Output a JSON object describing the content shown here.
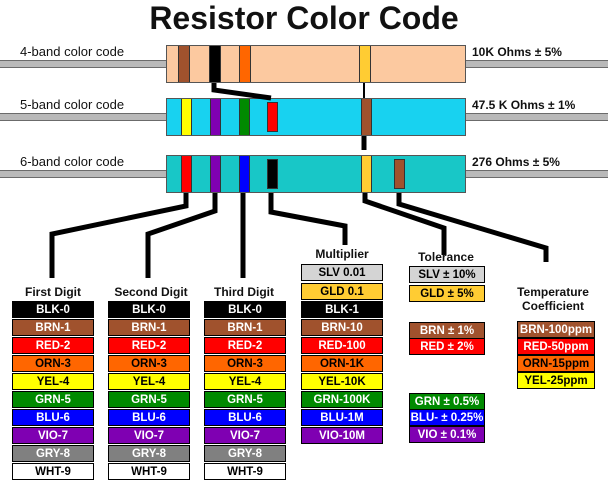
{
  "title": "Resistor Color Code",
  "resistors": [
    {
      "label": "4-band color code",
      "value": "10K Ohms ± 5%",
      "body_color": "#fcc9a0"
    },
    {
      "label": "5-band color code",
      "value": "47.5 K Ohms ± 1%",
      "body_color": "#18d2f0"
    },
    {
      "label": "6-band color code",
      "value": "276 Ohms ± 5%",
      "body_color": "#18c7c7"
    }
  ],
  "columns": {
    "first_digit": {
      "header": "First Digit",
      "items": [
        {
          "text": "BLK-0",
          "bg": "#000000",
          "fg": "#ffffff"
        },
        {
          "text": "BRN-1",
          "bg": "#a0522d",
          "fg": "#ffffff"
        },
        {
          "text": "RED-2",
          "bg": "#ff0000",
          "fg": "#ffffff"
        },
        {
          "text": "ORN-3",
          "bg": "#ff6600",
          "fg": "#000000"
        },
        {
          "text": "YEL-4",
          "bg": "#ffff00",
          "fg": "#000000"
        },
        {
          "text": "GRN-5",
          "bg": "#008a00",
          "fg": "#ffffff"
        },
        {
          "text": "BLU-6",
          "bg": "#0000ff",
          "fg": "#ffffff"
        },
        {
          "text": "VIO-7",
          "bg": "#7f00b2",
          "fg": "#ffffff"
        },
        {
          "text": "GRY-8",
          "bg": "#808080",
          "fg": "#ffffff"
        },
        {
          "text": "WHT-9",
          "bg": "#ffffff",
          "fg": "#000000"
        }
      ]
    },
    "second_digit": {
      "header": "Second Digit",
      "items": [
        {
          "text": "BLK-0",
          "bg": "#000000",
          "fg": "#ffffff"
        },
        {
          "text": "BRN-1",
          "bg": "#a0522d",
          "fg": "#ffffff"
        },
        {
          "text": "RED-2",
          "bg": "#ff0000",
          "fg": "#ffffff"
        },
        {
          "text": "ORN-3",
          "bg": "#ff6600",
          "fg": "#000000"
        },
        {
          "text": "YEL-4",
          "bg": "#ffff00",
          "fg": "#000000"
        },
        {
          "text": "GRN-5",
          "bg": "#008a00",
          "fg": "#ffffff"
        },
        {
          "text": "BLU-6",
          "bg": "#0000ff",
          "fg": "#ffffff"
        },
        {
          "text": "VIO-7",
          "bg": "#7f00b2",
          "fg": "#ffffff"
        },
        {
          "text": "GRY-8",
          "bg": "#808080",
          "fg": "#ffffff"
        },
        {
          "text": "WHT-9",
          "bg": "#ffffff",
          "fg": "#000000"
        }
      ]
    },
    "third_digit": {
      "header": "Third Digit",
      "items": [
        {
          "text": "BLK-0",
          "bg": "#000000",
          "fg": "#ffffff"
        },
        {
          "text": "BRN-1",
          "bg": "#a0522d",
          "fg": "#ffffff"
        },
        {
          "text": "RED-2",
          "bg": "#ff0000",
          "fg": "#ffffff"
        },
        {
          "text": "ORN-3",
          "bg": "#ff6600",
          "fg": "#000000"
        },
        {
          "text": "YEL-4",
          "bg": "#ffff00",
          "fg": "#000000"
        },
        {
          "text": "GRN-5",
          "bg": "#008a00",
          "fg": "#ffffff"
        },
        {
          "text": "BLU-6",
          "bg": "#0000ff",
          "fg": "#ffffff"
        },
        {
          "text": "VIO-7",
          "bg": "#7f00b2",
          "fg": "#ffffff"
        },
        {
          "text": "GRY-8",
          "bg": "#808080",
          "fg": "#ffffff"
        },
        {
          "text": "WHT-9",
          "bg": "#ffffff",
          "fg": "#000000"
        }
      ]
    },
    "multiplier": {
      "header": "Multiplier",
      "items": [
        {
          "text": "SLV 0.01",
          "bg": "#d4d4d4",
          "fg": "#000000"
        },
        {
          "text": "GLD 0.1",
          "bg": "#ffcc33",
          "fg": "#000000"
        },
        {
          "text": "BLK-1",
          "bg": "#000000",
          "fg": "#ffffff"
        },
        {
          "text": "BRN-10",
          "bg": "#a0522d",
          "fg": "#ffffff"
        },
        {
          "text": "RED-100",
          "bg": "#ff0000",
          "fg": "#ffffff"
        },
        {
          "text": "ORN-1K",
          "bg": "#ff6600",
          "fg": "#000000"
        },
        {
          "text": "YEL-10K",
          "bg": "#ffff00",
          "fg": "#000000"
        },
        {
          "text": "GRN-100K",
          "bg": "#008a00",
          "fg": "#ffffff"
        },
        {
          "text": "BLU-1M",
          "bg": "#0000ff",
          "fg": "#ffffff"
        },
        {
          "text": "VIO-10M",
          "bg": "#7f00b2",
          "fg": "#ffffff"
        }
      ]
    },
    "tolerance": {
      "header": "Tolerance",
      "items": [
        {
          "text": "SLV ± 10%",
          "bg": "#d4d4d4",
          "fg": "#000000"
        },
        {
          "text": "GLD ±  5%",
          "bg": "#ffcc33",
          "fg": "#000000"
        },
        {
          "text": "BRN ± 1%",
          "bg": "#a0522d",
          "fg": "#ffffff"
        },
        {
          "text": "RED ± 2%",
          "bg": "#ff0000",
          "fg": "#ffffff"
        },
        {
          "text": "GRN ± 0.5%",
          "bg": "#008a00",
          "fg": "#ffffff"
        },
        {
          "text": "BLU- ± 0.25%",
          "bg": "#0000ff",
          "fg": "#ffffff"
        },
        {
          "text": "VIO ± 0.1%",
          "bg": "#7f00b2",
          "fg": "#ffffff"
        }
      ]
    },
    "temp_coefficient": {
      "header_line1": "Temperature",
      "header_line2": "Coefficient",
      "items": [
        {
          "text": "BRN-100ppm",
          "bg": "#a0522d",
          "fg": "#ffffff"
        },
        {
          "text": "RED-50ppm",
          "bg": "#ff0000",
          "fg": "#ffffff"
        },
        {
          "text": "ORN-15ppm",
          "bg": "#ff6600",
          "fg": "#000000"
        },
        {
          "text": "YEL-25ppm",
          "bg": "#ffff00",
          "fg": "#000000"
        }
      ]
    }
  },
  "colors": {
    "lead": "#b9b9b9",
    "wire": "#000000",
    "band_brown": "#a0522d",
    "band_black": "#000000",
    "band_orange": "#ff6600",
    "band_gold": "#ffcc33",
    "band_yellow": "#ffff00",
    "band_violet": "#7f00b2",
    "band_green": "#008a00",
    "band_red": "#ff0000",
    "band_blue": "#0000ff"
  }
}
